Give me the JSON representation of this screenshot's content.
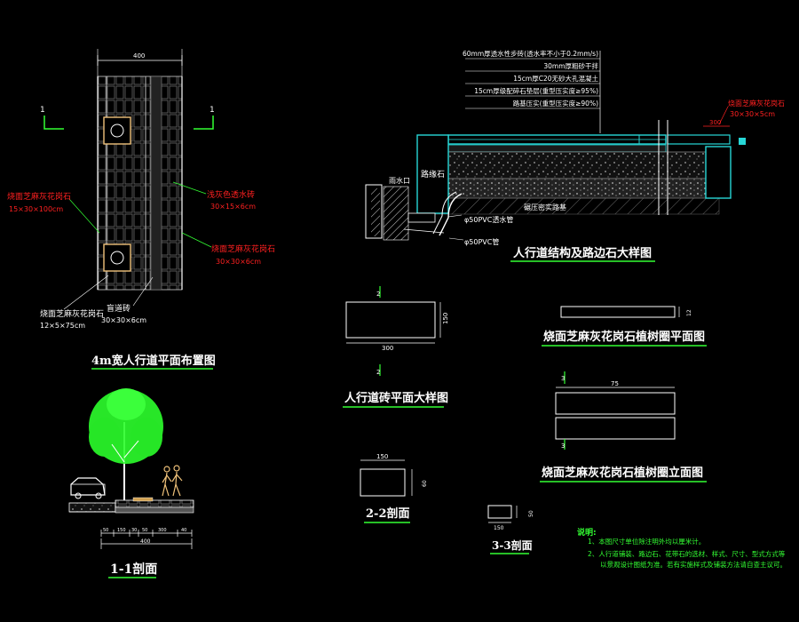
{
  "colors": {
    "background": "#000000",
    "line": "#ffffff",
    "cyan": "#27d7d7",
    "red": "#ff2020",
    "green": "#33ff33",
    "tree_green": "#2cff2c",
    "brick_gray": "#7a7a7a"
  },
  "plan": {
    "width_dim": "400",
    "title": "4m宽人行道平面布置图",
    "section_mark_left": "1",
    "section_mark_right": "1",
    "labels": {
      "curb_top": "烧面芝麻灰花岗石",
      "curb_top_size": "15×30×100cm",
      "paver": "浅灰色透水砖",
      "paver_size": "30×15×6cm",
      "tree_ring": "烧面芝麻灰花岗石",
      "tree_ring_size": "30×30×6cm",
      "edge_stone": "烧面芝麻灰花岗石",
      "edge_stone_size": "12×5×75cm",
      "tactile": "盲道砖",
      "tactile_size": "30×30×6cm"
    }
  },
  "section_detail": {
    "title": "人行道结构及路边石大样图",
    "layers": [
      "60mm厚透水性步砖(透水率不小于0.2mm/s)",
      "30mm厚粗砂干拌",
      "15cm厚C20无砂大孔混凝土",
      "15cm厚级配碎石垫层(重型压实度≥95%)",
      "路基压实(重型压实度≥90%)"
    ],
    "curb": "路缘石",
    "inlet": "雨水口",
    "drain_pipe": "φ50PVC透水管",
    "pipe2": "φ50PVC管",
    "subgrade": "碾压密实路基",
    "right_label": "烧面芝麻灰花岗石",
    "right_size": "30×30×5cm",
    "right_dim": "300"
  },
  "brick_detail": {
    "title": "人行道砖平面大样图",
    "mark": "2",
    "width_dim": "300",
    "height_dim": "150"
  },
  "tree_plan": {
    "title": "烧面芝麻灰花岗石植树圈平面图",
    "height_dim": "12"
  },
  "tree_elev": {
    "title": "烧面芝麻灰花岗石植树圈立面图",
    "mark": "3",
    "width_dim": "75"
  },
  "sec22": {
    "title": "2-2剖面",
    "width_dim": "150",
    "height_dim": "60"
  },
  "sec33": {
    "title": "3-3剖面",
    "width_dim": "150",
    "height_dim": "50"
  },
  "sec11": {
    "title": "1-1剖面",
    "dims": [
      "50",
      "150",
      "30",
      "50",
      "300",
      "40"
    ],
    "total_dim": "400"
  },
  "notes": {
    "heading": "说明:",
    "lines": [
      "1、本图尺寸单位除注明外均以厘米计。",
      "2、人行道铺装、路边石、花带石的选材、样式、尺寸、型式方式等",
      "以景观设计图纸为准。若有实施样式及铺装方法请自查主议可。"
    ]
  }
}
